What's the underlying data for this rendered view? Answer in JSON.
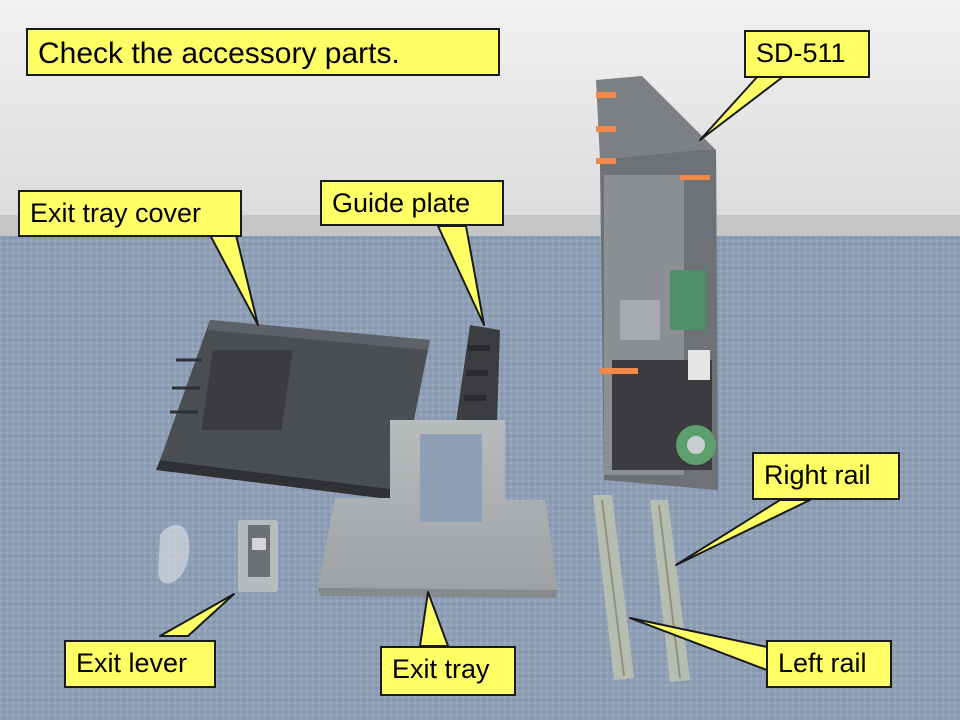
{
  "title": "Check the accessory parts.",
  "labels": {
    "sd511": "SD-511",
    "exit_tray_cover": "Exit tray cover",
    "guide_plate": "Guide plate",
    "right_rail": "Right rail",
    "exit_lever": "Exit lever",
    "exit_tray": "Exit tray",
    "left_rail": "Left rail"
  },
  "colors": {
    "callout_fill": "#ffff66",
    "callout_border": "#1a1a1a",
    "wall": "#e6e6e6",
    "carpet": "#8e9eb3"
  }
}
